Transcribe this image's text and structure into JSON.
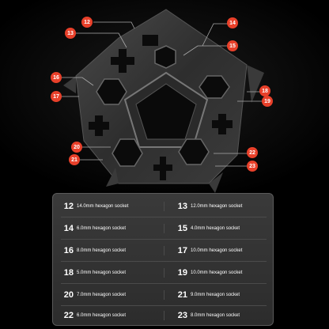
{
  "callouts": [
    "12",
    "13",
    "14",
    "15",
    "16",
    "17",
    "18",
    "19",
    "20",
    "21",
    "22",
    "23"
  ],
  "table": [
    {
      "left": {
        "num": "12",
        "label": "14.0mm hexagon socket"
      },
      "right": {
        "num": "13",
        "label": "12.0mm hexagon socket"
      }
    },
    {
      "left": {
        "num": "14",
        "label": "6.0mm hexagon socket"
      },
      "right": {
        "num": "15",
        "label": "4.0mm hexagon socket"
      }
    },
    {
      "left": {
        "num": "16",
        "label": "8.0mm hexagon socket"
      },
      "right": {
        "num": "17",
        "label": "10.0mm hexagon socket"
      }
    },
    {
      "left": {
        "num": "18",
        "label": "5.0mm hexagon socket"
      },
      "right": {
        "num": "19",
        "label": "10.0mm hexagon socket"
      }
    },
    {
      "left": {
        "num": "20",
        "label": "7.0mm hexagon socket"
      },
      "right": {
        "num": "21",
        "label": "9.0mm hexagon socket"
      }
    },
    {
      "left": {
        "num": "22",
        "label": "6.0mm hexagon socket"
      },
      "right": {
        "num": "23",
        "label": "8.0mm hexagon socket"
      }
    }
  ],
  "colors": {
    "callout": "#e8402a",
    "metal": "#3a3a3a",
    "panel": "#333333"
  }
}
